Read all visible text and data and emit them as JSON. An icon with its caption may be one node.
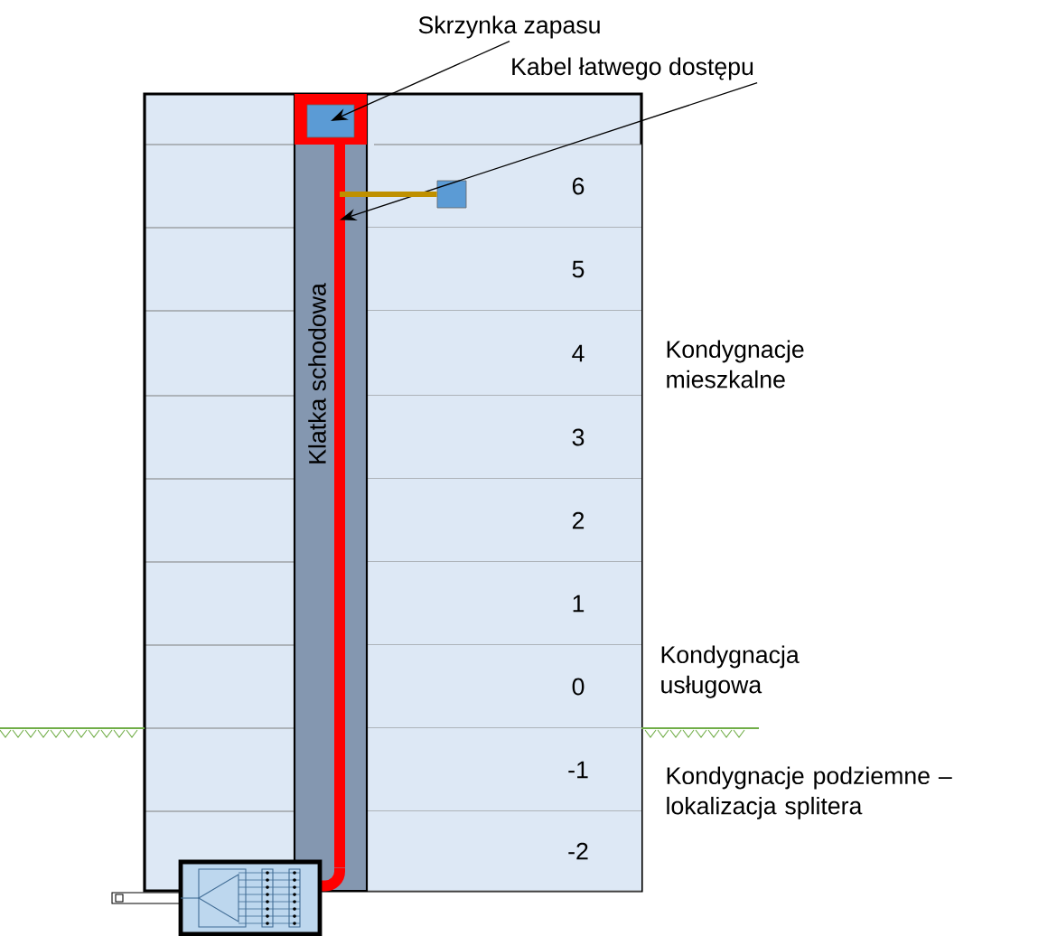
{
  "diagram": {
    "nodes": [
      {
        "text": [
          "Skrzynka zapasu"
        ]
      },
      {
        "text": [
          "Kabel łatwego dostępu"
        ]
      },
      {
        "text": [
          "Klatka schodowa"
        ]
      },
      {
        "text": [],
        "shape": "box",
        "in": 2
      },
      {
        "text": [],
        "shape": "bar",
        "in": 2
      },
      {
        "text": [
          "6"
        ]
      },
      {
        "text": [
          "5"
        ]
      },
      {
        "text": [
          "4"
        ]
      },
      {
        "text": [
          "3"
        ]
      },
      {
        "text": [
          "2"
        ]
      },
      {
        "text": [
          "1"
        ]
      },
      {
        "text": [
          "0"
        ]
      },
      {
        "text": [
          "-1"
        ]
      },
      {
        "text": [
          "-2"
        ]
      },
      {
        "text": [],
        "shape": "box",
        "in": 5
      }
    ],
    "edges": [
      {
        "from": 0,
        "to": 3,
        "arrow": "to"
      },
      {
        "from": 1,
        "to": 4,
        "arrow": "to"
      },
      {
        "from": 4,
        "to": 14,
        "arrow": "none",
        "style": "thick",
        "color": "#bf9000"
      }
    ],
    "labels": [
      "Kondygnacje mieszkalne",
      "Kondygnacja usługowa",
      "Kondygnacje podziemne – lokalizacja splitera"
    ]
  }
}
